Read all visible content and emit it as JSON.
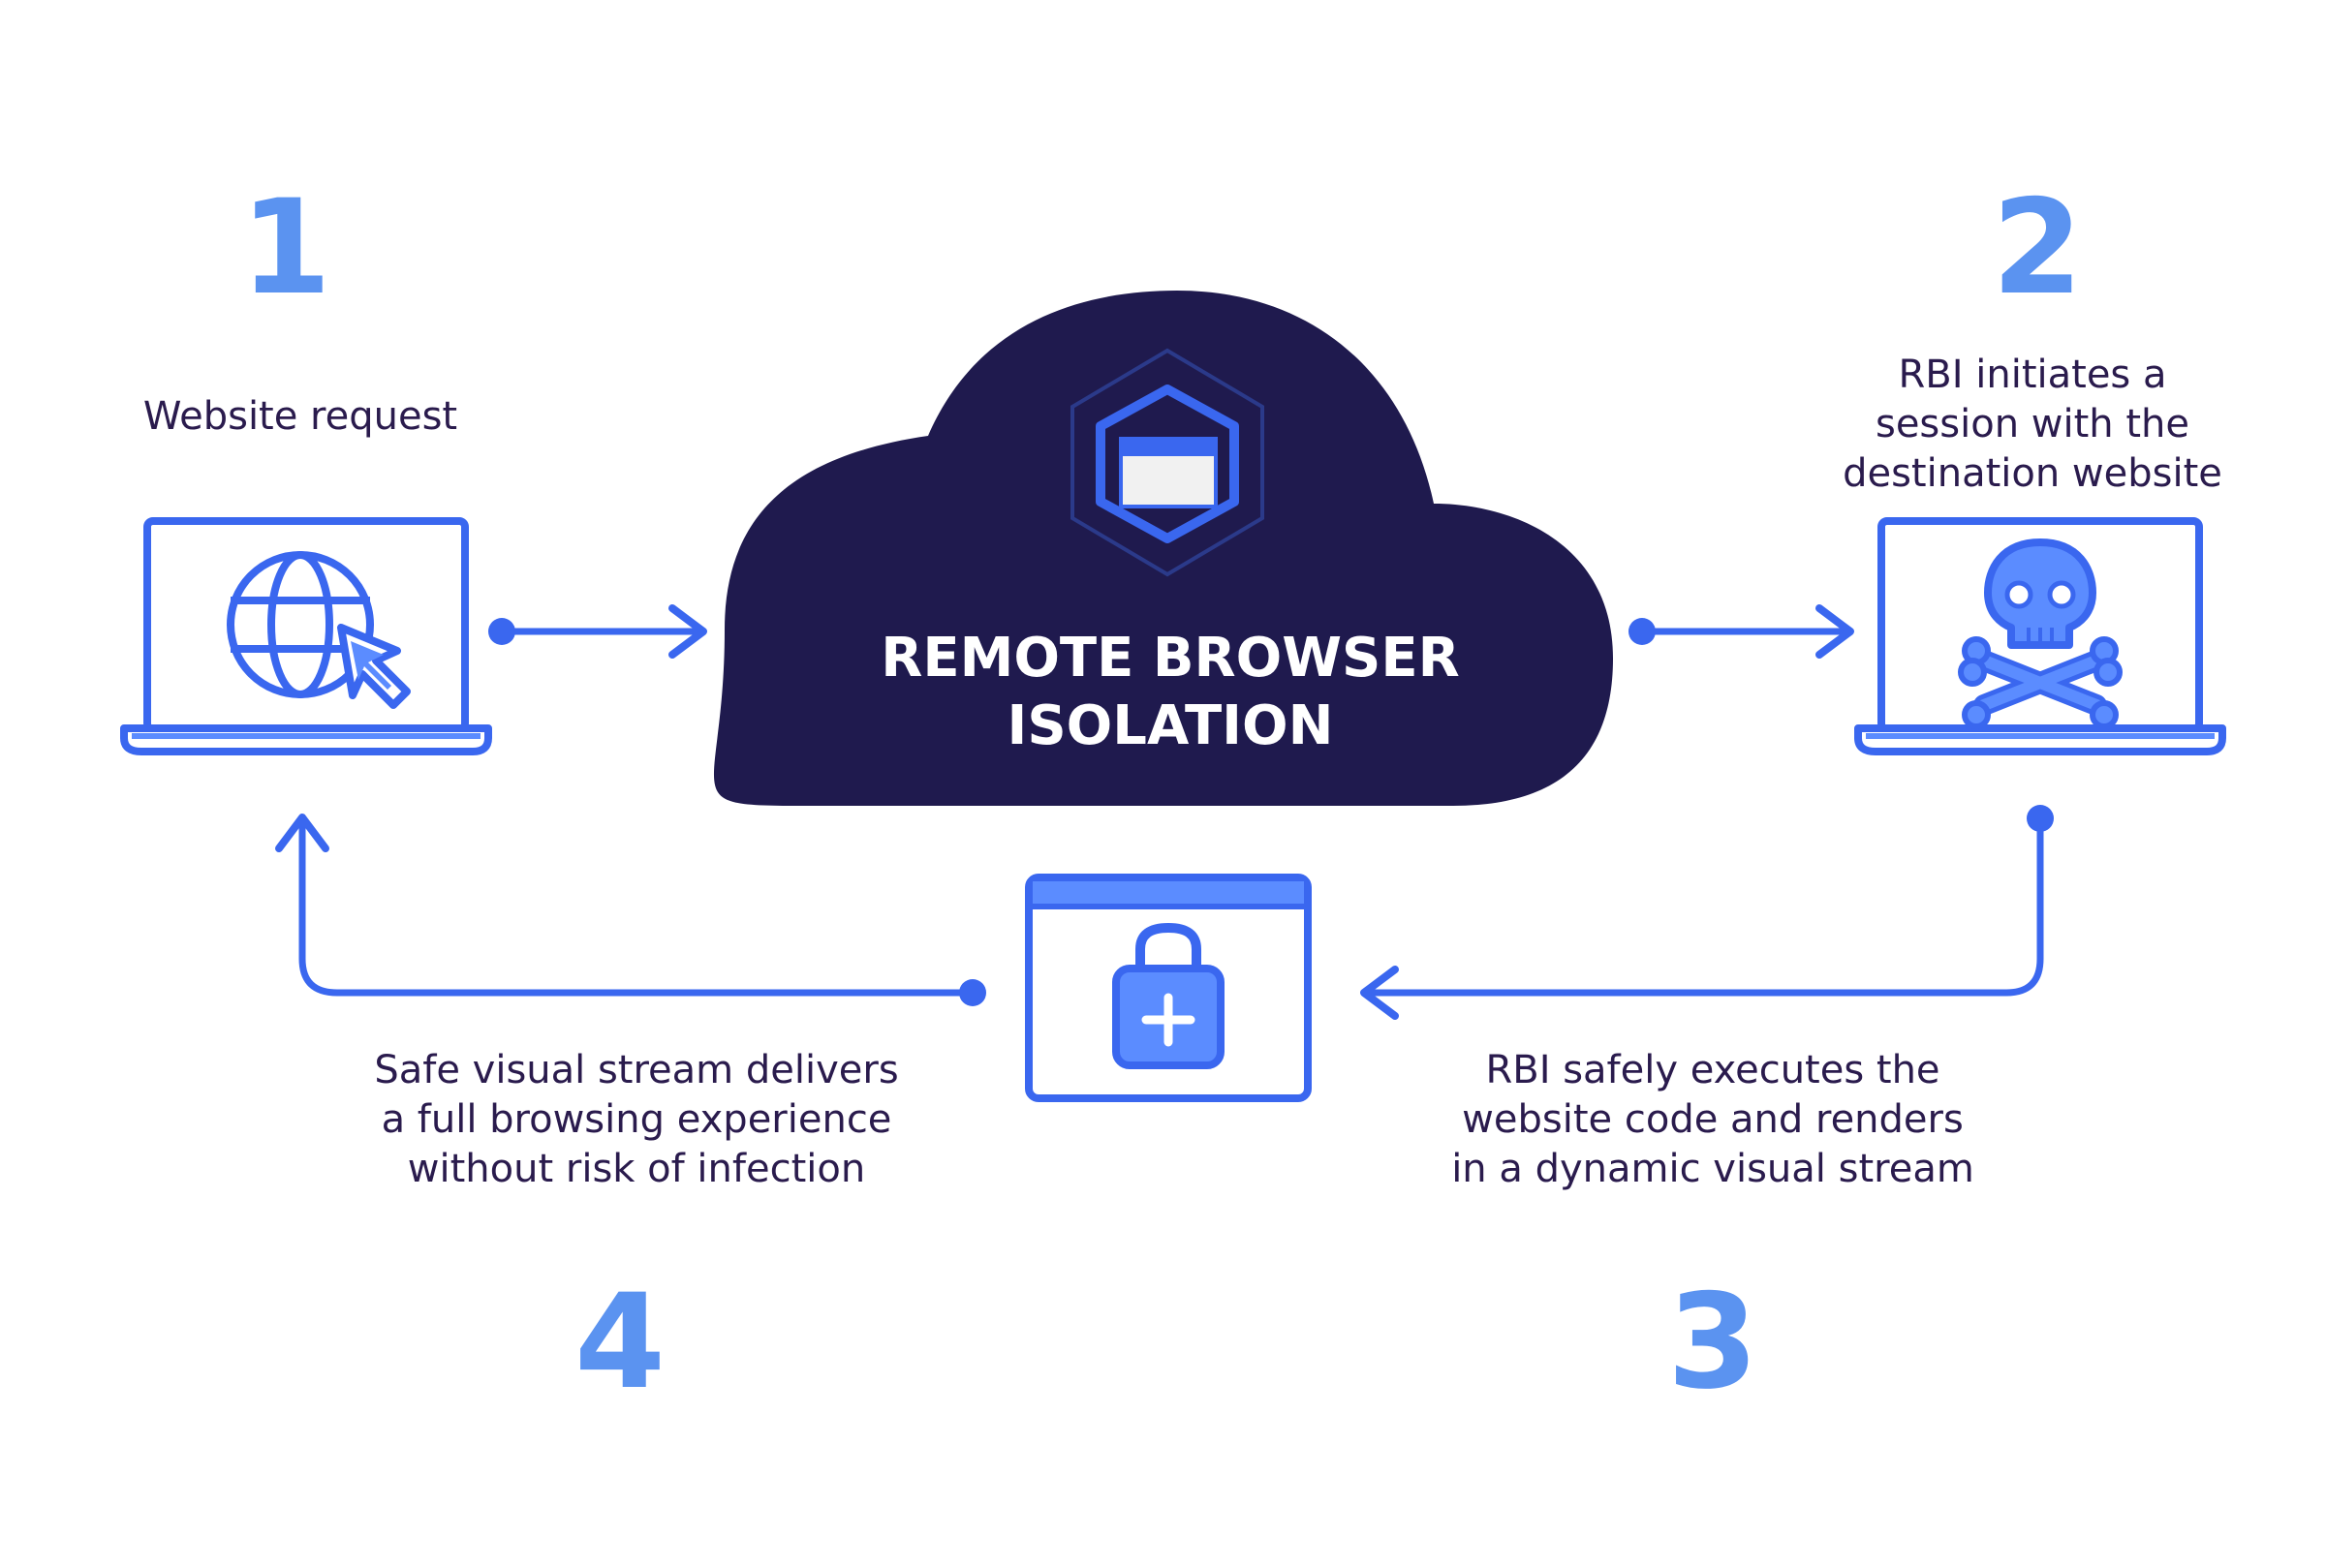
{
  "colors": {
    "accent": "#3a67ef",
    "accent_light": "#5b8cff",
    "number": "#5b93f0",
    "cloud": "#1f1a4e",
    "text": "#2a1b4d",
    "panel_fill": "#f1f1f1"
  },
  "steps": {
    "step1": {
      "number": "1",
      "caption": "Website request",
      "icon": "globe-cursor-icon"
    },
    "step2": {
      "number": "2",
      "caption_lines": [
        "RBI initiates a",
        "session with the",
        "destination website"
      ],
      "icon": "skull-crossbones-icon"
    },
    "step3": {
      "number": "3",
      "caption_lines": [
        "RBI safely executes the",
        "website code and renders",
        "in a dynamic visual stream"
      ],
      "icon": "browser-lock-icon"
    },
    "step4": {
      "number": "4",
      "caption_lines": [
        "Safe visual stream delivers",
        "a full browsing experience",
        "without risk of infection"
      ]
    }
  },
  "cloud": {
    "title_lines": [
      "REMOTE BROWSER",
      "ISOLATION"
    ],
    "icon": "hexagon-browser-icon"
  }
}
